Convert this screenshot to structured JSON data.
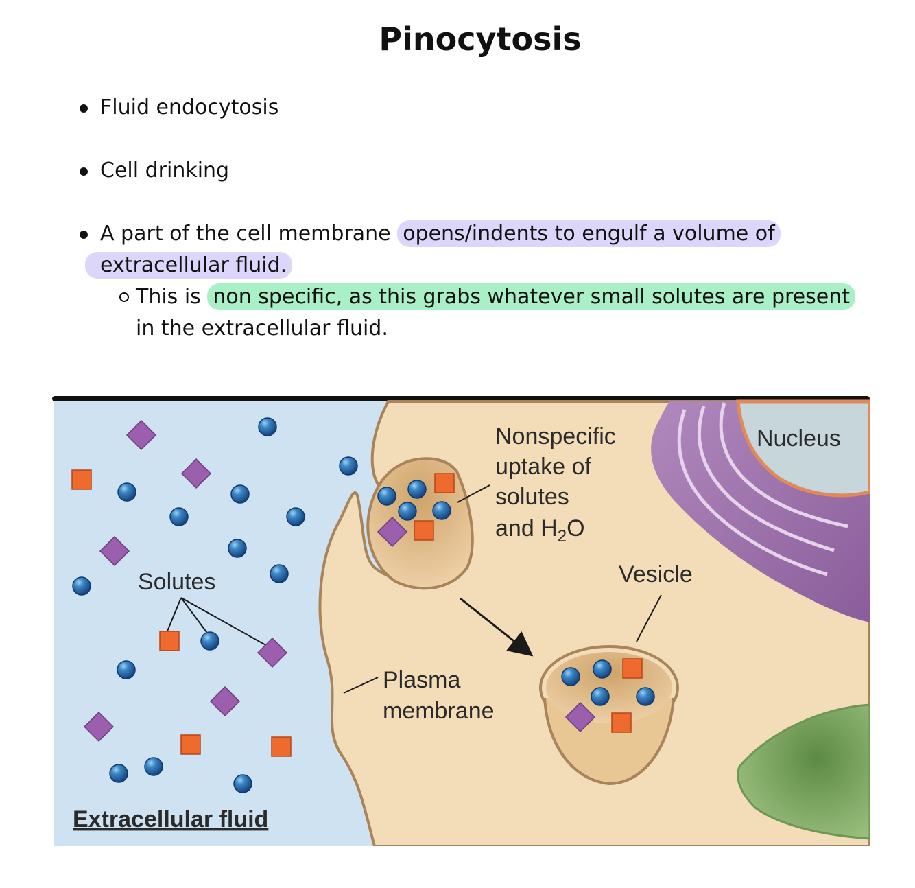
{
  "title": "Pinocytosis",
  "bullets": {
    "b1": "Fluid endocytosis",
    "b2": "Cell drinking",
    "b3_plain": "A part of the cell membrane",
    "b3_hl_line1": "opens/indents to engulf a volume of",
    "b3_hl_line2": "extracellular fluid.",
    "sub_plain": "This is",
    "sub_hl": "non specific, as this grabs whatever small solutes are present",
    "sub_line2": "in the extracellular fluid."
  },
  "figure": {
    "label_nonspecific_1": "Nonspecific",
    "label_nonspecific_2": "uptake of",
    "label_nonspecific_3": "solutes",
    "label_nonspecific_4_pre": "and H",
    "label_nonspecific_4_sub": "2",
    "label_nonspecific_4_post": "O",
    "label_nucleus": "Nucleus",
    "label_solutes": "Solutes",
    "label_vesicle": "Vesicle",
    "label_plasma_1": "Plasma",
    "label_plasma_2": "membrane",
    "label_extracellular": "Extracellular fluid"
  },
  "colors": {
    "highlight_purple": "#ddd6fb",
    "highlight_green": "#a9f0c6",
    "extracellular_blue": "#cfe2f2",
    "cytoplasm": "#f3dcb8",
    "membrane": "#b58f5f",
    "solute_sphere": "#2f6db0",
    "solute_square": "#ef6b2d",
    "solute_diamond": "#9b5fae",
    "golgi": "#a070a8",
    "nucleus": "#c7d6da",
    "green_organelle": "#7aa55e"
  }
}
